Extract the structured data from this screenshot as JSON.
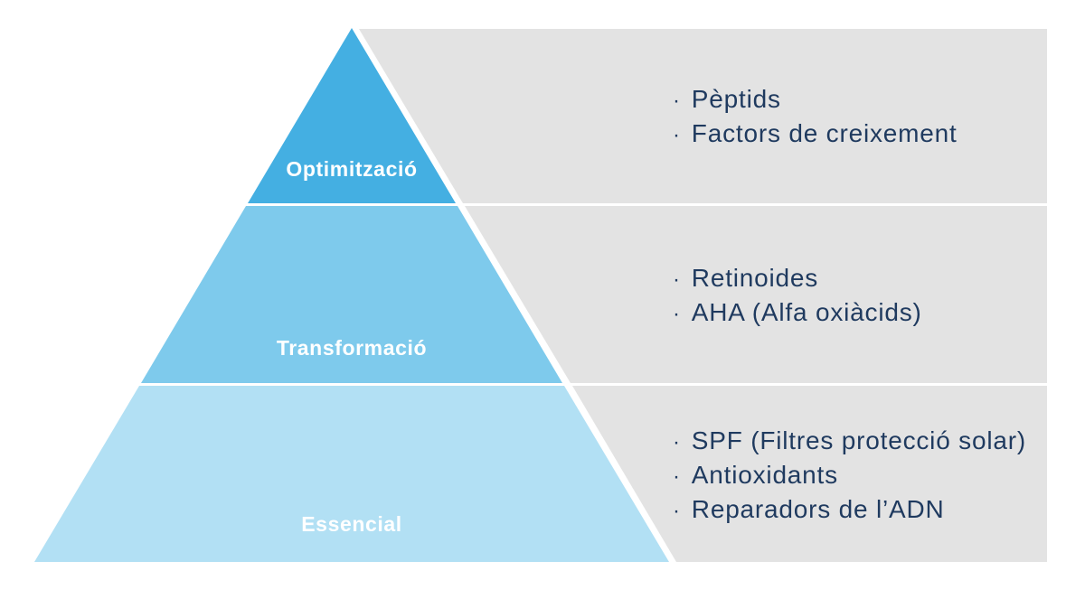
{
  "colors": {
    "tier_top": "#44AFE2",
    "tier_middle": "#7ECAEC",
    "tier_bottom": "#B2E0F4",
    "band_gray": "#E3E3E3",
    "text_navy": "#1F3A5F",
    "label_white": "#FFFFFF"
  },
  "bullet": "·",
  "pyramid": {
    "tiers": [
      {
        "label": "Optimització"
      },
      {
        "label": "Transformació"
      },
      {
        "label": "Essencial"
      }
    ]
  },
  "bands": [
    {
      "items": [
        "Pèptids",
        "Factors de creixement"
      ]
    },
    {
      "items": [
        "Retinoides",
        "AHA (Alfa oxiàcids)"
      ]
    },
    {
      "items": [
        "SPF (Filtres protecció solar)",
        "Antioxidants",
        "Reparadors de l’ADN"
      ]
    }
  ]
}
